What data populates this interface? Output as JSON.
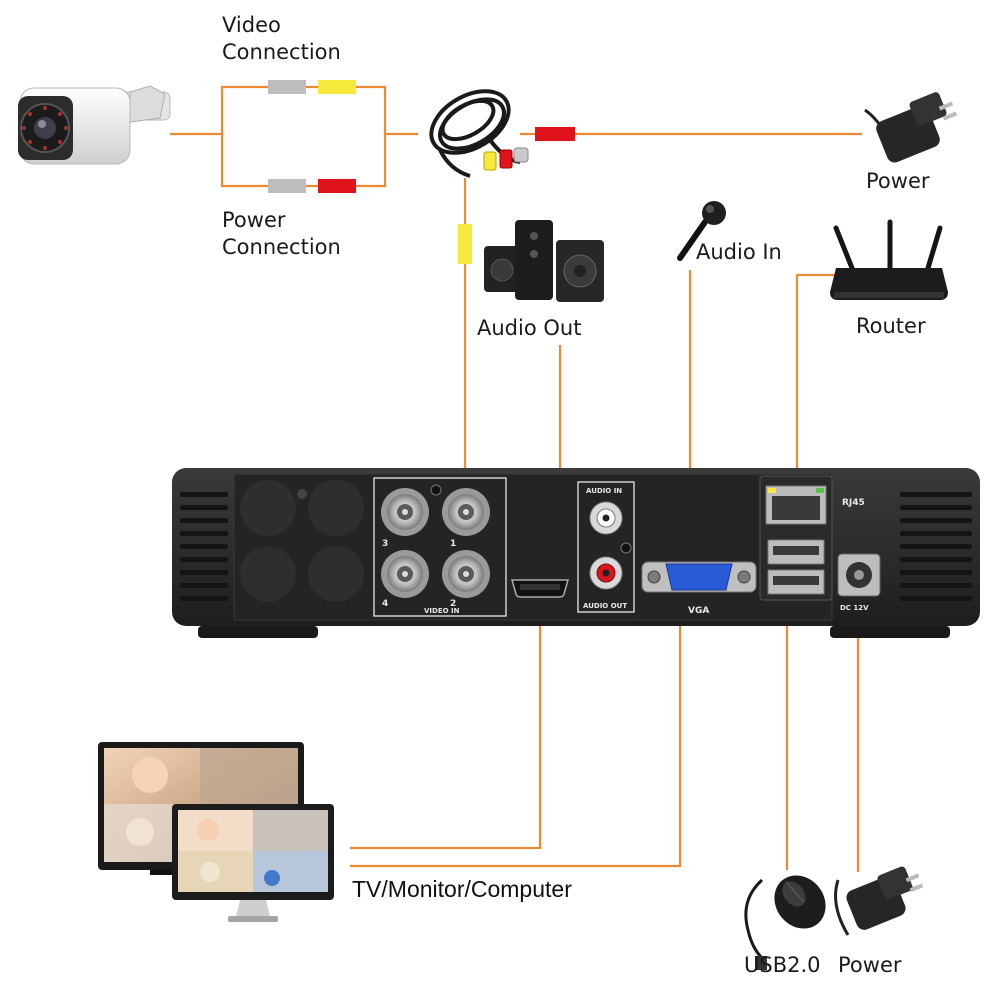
{
  "colors": {
    "wire": "#ef8a34",
    "video_plug": "#f7e93b",
    "power_plug": "#e0121b",
    "plug_gray": "#bdbdbd",
    "dvr_body": "#2b2b2b",
    "vga_blue": "#2a5bd6"
  },
  "labels": {
    "video_connection": [
      "Video",
      "Connection"
    ],
    "power_connection": [
      "Power",
      "Connection"
    ],
    "power_top": "Power",
    "audio_in": "Audio In",
    "router": "Router",
    "audio_out": "Audio Out",
    "tv_monitor_computer": "TV/Monitor/Computer",
    "usb": "USB2.0",
    "power_bottom": "Power"
  },
  "panel": {
    "audio_in": "AUDIO  IN",
    "audio_out": "AUDIO  OUT",
    "video_in": "VIDEO  IN",
    "vga": "VGA",
    "rj45": "RJ45",
    "dc": "DC 12V",
    "bnc_numbers": [
      "3",
      "1",
      "4",
      "2"
    ]
  },
  "icons": [
    "camera-icon",
    "cable-icon",
    "power-adapter-icon",
    "speakers-icon",
    "microphone-icon",
    "router-icon",
    "dvr-icon",
    "monitor-icon",
    "mouse-icon"
  ]
}
